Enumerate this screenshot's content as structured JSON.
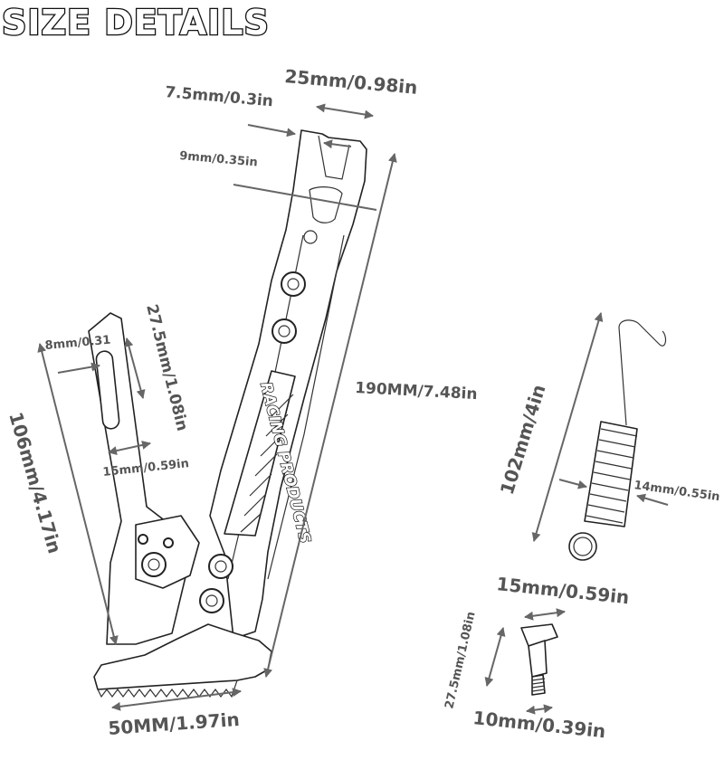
{
  "title": "SIZE DETAILS",
  "brand_text": "RACING PRODUCTS",
  "dimensions": {
    "top_width": "25mm/0.98in",
    "slot_gap": "7.5mm/0.3in",
    "hole": "9mm/0.35in",
    "total_length": "190MM/7.48in",
    "leg_length": "106mm/4.17in",
    "slot_length": "27.5mm/1.08in",
    "slot_width": "8mm/0.31",
    "leg_width": "15mm/0.59in",
    "foot_width": "50MM/1.97in",
    "spring_length": "102mm/4in",
    "spring_diameter": "14mm/0.55in",
    "bolt_head": "15mm/0.59in",
    "bolt_length": "27.5mm/1.08in",
    "bolt_thread": "10mm/0.39in"
  }
}
